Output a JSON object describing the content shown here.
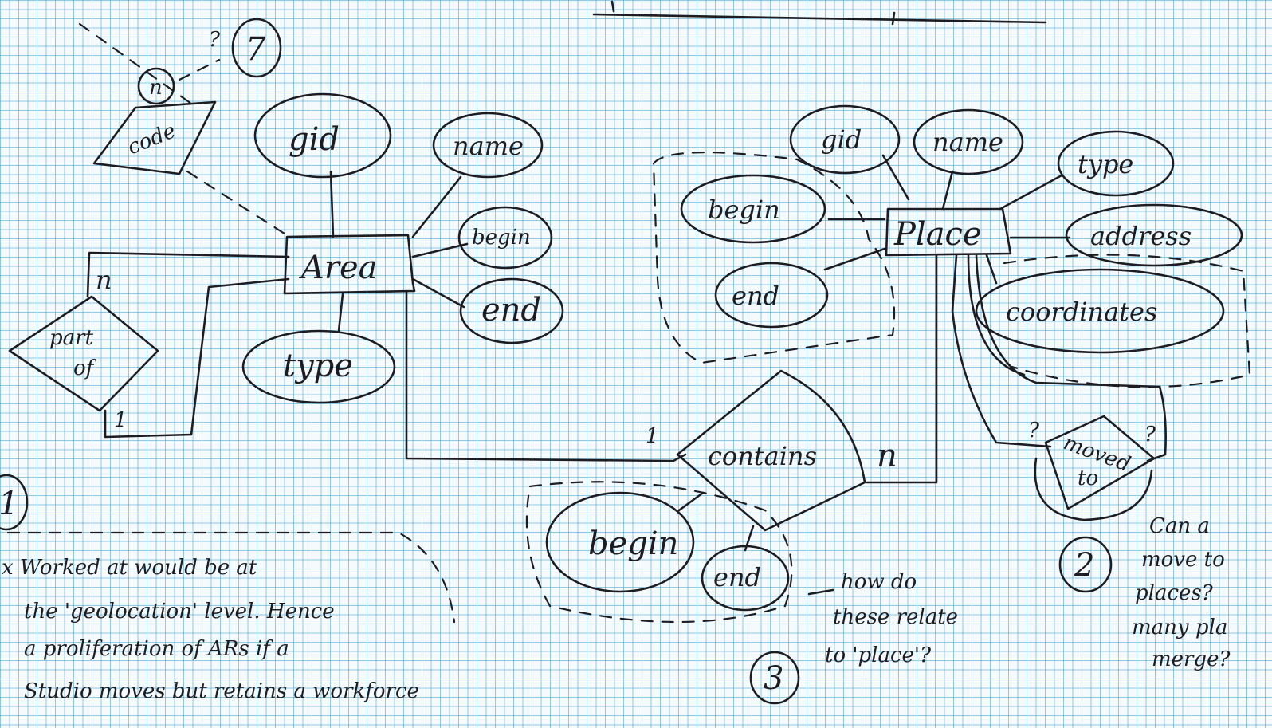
{
  "entities": {
    "area": "Area",
    "place": "Place"
  },
  "area_attributes": {
    "gid": "gid",
    "name": "name",
    "begin": "begin",
    "end": "end",
    "type": "type"
  },
  "place_attributes": {
    "gid": "gid",
    "name": "name",
    "type": "type",
    "address": "address",
    "begin": "begin",
    "end": "end",
    "coordinates": "coordinates"
  },
  "relationships": {
    "part_of_line1": "part",
    "part_of_line2": "of",
    "contains": "contains",
    "moved_to_line1": "moved",
    "moved_to_line2": "to",
    "code": "code"
  },
  "contains_attributes": {
    "begin": "begin",
    "end": "end"
  },
  "cardinalities": {
    "part_of_top": "n",
    "part_of_bottom": "1",
    "code_n": "n",
    "contains_place": "n",
    "contains_area": "1",
    "moved_q_left": "?",
    "moved_q_right": "?",
    "code_q": "?"
  },
  "circled_numbers": {
    "one": "1",
    "two": "2",
    "three": "3",
    "seven": "7"
  },
  "notes": {
    "note1": [
      "x Worked at would be at",
      "the 'geolocation' level. Hence",
      "a proliferation of ARs if a",
      "Studio moves but retains a workforce"
    ],
    "note2": [
      "Can a",
      "move to",
      "places?",
      "many pla",
      "merge?"
    ],
    "note3": [
      "how do",
      "these relate",
      "to 'place'?"
    ]
  }
}
